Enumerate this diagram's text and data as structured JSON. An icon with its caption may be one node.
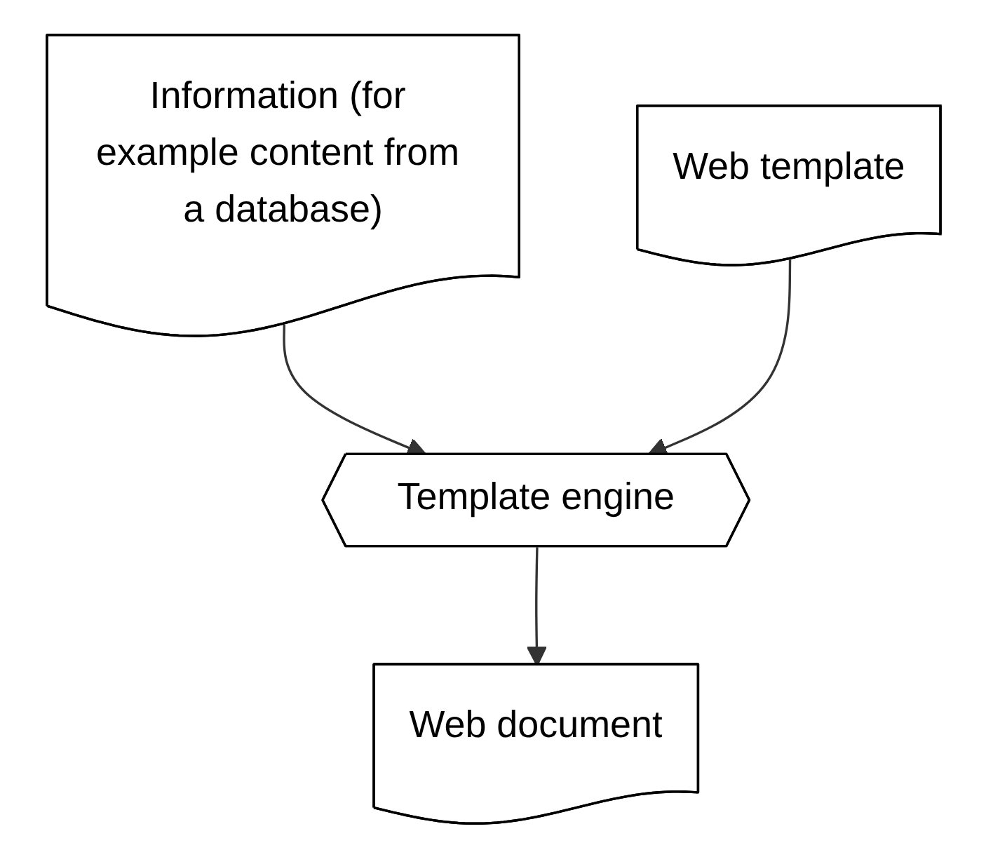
{
  "diagram": {
    "nodes": [
      {
        "text": [
          "Information (for example content from a database)"
        ]
      },
      {
        "text": [
          "Web template"
        ]
      },
      {
        "text": [
          "Template engine"
        ]
      },
      {
        "text": [
          "Web document"
        ]
      }
    ],
    "edges": [
      {
        "from": 0,
        "to": 2,
        "arrow": "to"
      },
      {
        "from": 1,
        "to": 2,
        "arrow": "to"
      },
      {
        "from": 2,
        "to": 3,
        "arrow": "to"
      }
    ]
  }
}
